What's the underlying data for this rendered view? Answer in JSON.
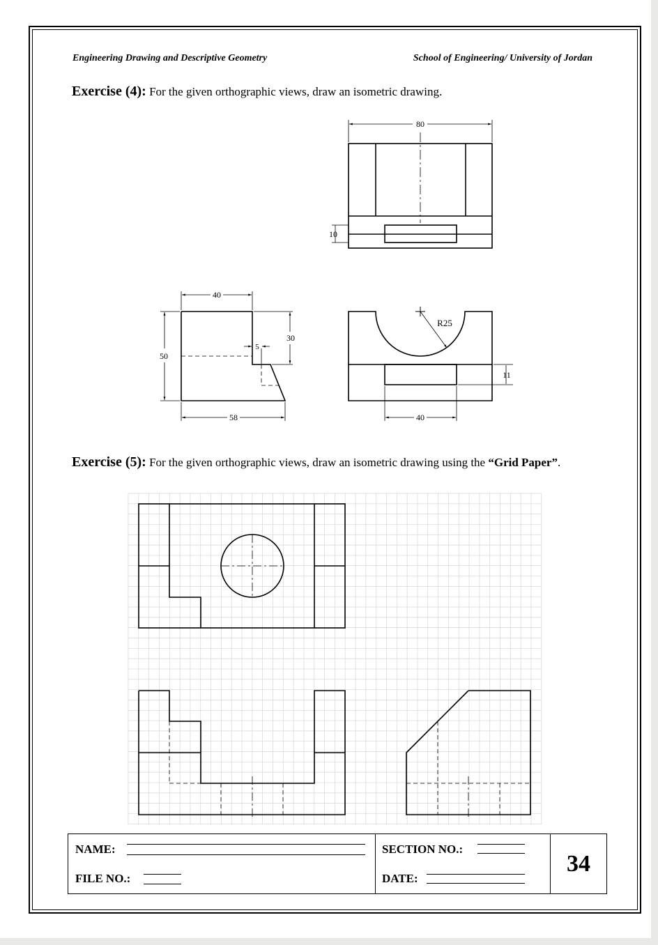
{
  "header": {
    "left": "Engineering Drawing and Descriptive Geometry",
    "right": "School of Engineering/ University of Jordan"
  },
  "exercise4": {
    "label": "Exercise (4):",
    "text": "For the given orthographic views, draw an isometric drawing."
  },
  "exercise5": {
    "label": "Exercise (5):",
    "text_before": "For the given orthographic views, draw an isometric drawing using the",
    "text_bold": "“Grid Paper”",
    "text_after": "."
  },
  "dimensions": {
    "top_width": "80",
    "top_depth": "10",
    "side_width": "40",
    "side_height": "50",
    "side_step": "30",
    "side_notch": "5",
    "side_base": "58",
    "front_radius": "R25",
    "front_slot_height": "11",
    "front_slot_width": "40"
  },
  "title_block": {
    "name_label": "NAME:",
    "file_label": "FILE NO.:",
    "section_label": "SECTION NO.:",
    "date_label": "DATE:",
    "page_number": "34"
  }
}
